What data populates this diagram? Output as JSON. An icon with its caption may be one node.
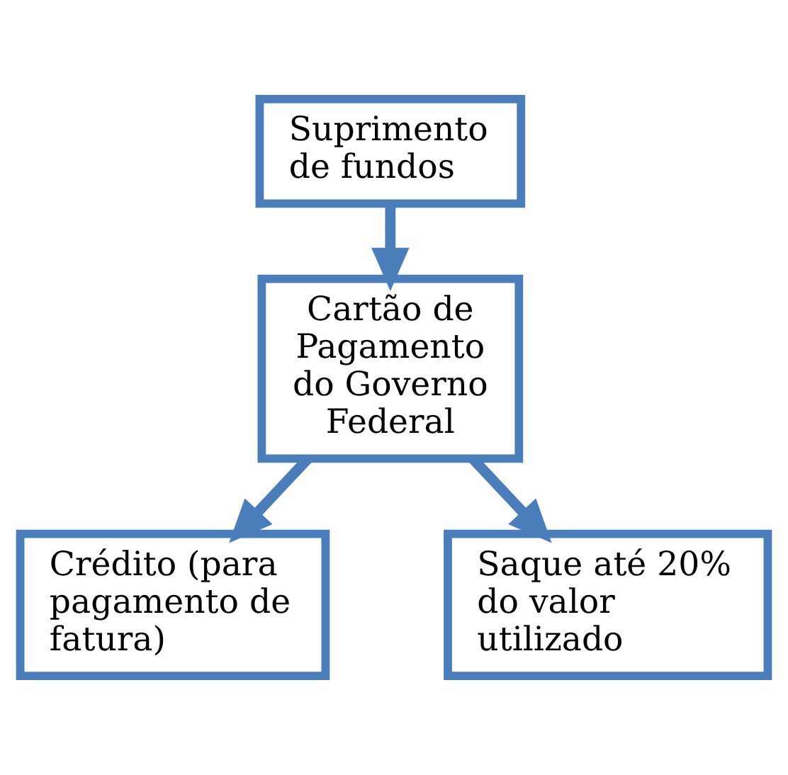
{
  "diagram": {
    "nodes": [
      {
        "text": [
          "Suprimento de fundos"
        ]
      },
      {
        "text": [
          "Cartão de Pagamento do Governo Federal"
        ]
      },
      {
        "text": [
          "Crédito (para pagamento de fatura)"
        ]
      },
      {
        "text": [
          "Saque até 20% do valor utilizado"
        ]
      }
    ],
    "edges": [
      {
        "from": 0,
        "to": 1,
        "arrow": "to"
      },
      {
        "from": 1,
        "to": 2,
        "arrow": "to"
      },
      {
        "from": 1,
        "to": 3,
        "arrow": "to"
      }
    ]
  }
}
